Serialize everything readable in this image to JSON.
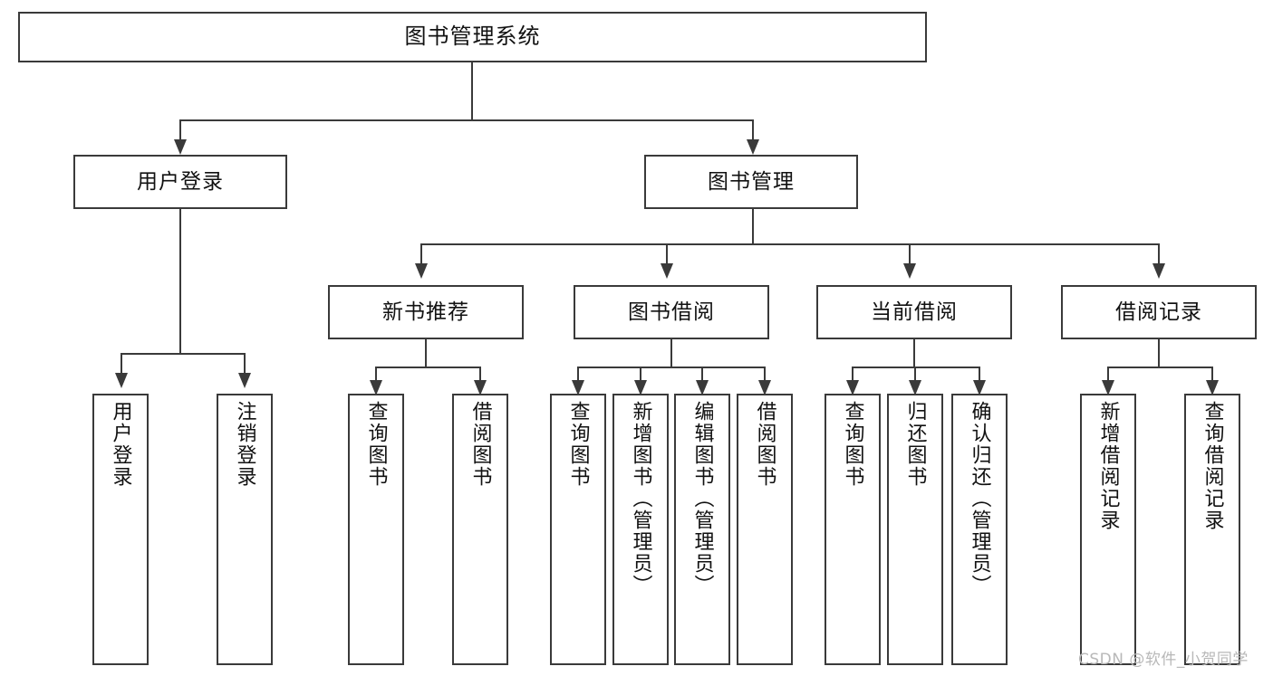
{
  "diagram": {
    "title": "图书管理系统",
    "type": "hierarchy-tree",
    "watermark": "CSDN @软件_小贺同学"
  },
  "nodes": {
    "root": {
      "label": "图书管理系统"
    },
    "tier2": [
      {
        "label": "用户登录"
      },
      {
        "label": "图书管理"
      }
    ],
    "tier3": [
      {
        "label": "新书推荐"
      },
      {
        "label": "图书借阅"
      },
      {
        "label": "当前借阅"
      },
      {
        "label": "借阅记录"
      }
    ],
    "leaves": {
      "user_login": [
        {
          "label": "用户登录"
        },
        {
          "label": "注销登录"
        }
      ],
      "new_book": [
        {
          "label": "查询图书"
        },
        {
          "label": "借阅图书"
        }
      ],
      "book_borrow": [
        {
          "label": "查询图书"
        },
        {
          "label": "新增图书（管理员）"
        },
        {
          "label": "编辑图书（管理员）"
        },
        {
          "label": "借阅图书"
        }
      ],
      "current_borrow": [
        {
          "label": "查询图书"
        },
        {
          "label": "归还图书"
        },
        {
          "label": "确认归还（管理员）"
        }
      ],
      "borrow_record": [
        {
          "label": "新增借阅记录"
        },
        {
          "label": "查询借阅记录"
        }
      ]
    }
  },
  "colors": {
    "border": "#3a3a3a",
    "text": "#111111",
    "background": "#ffffff",
    "watermark": "#b8b8b8"
  }
}
